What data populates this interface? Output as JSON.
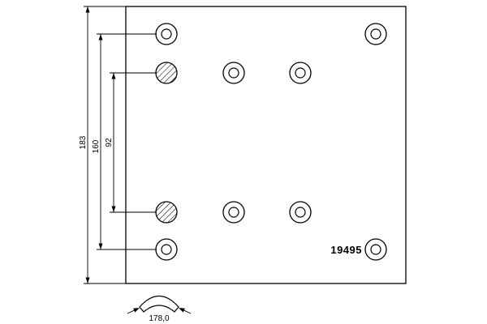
{
  "drawing": {
    "part_number": "19495",
    "dimensions": {
      "overall_height": "183",
      "outer_hole_spacing": "160",
      "inner_hole_spacing": "92",
      "width": "178,0"
    }
  },
  "colors": {
    "line": "#000000",
    "background": "#ffffff"
  }
}
